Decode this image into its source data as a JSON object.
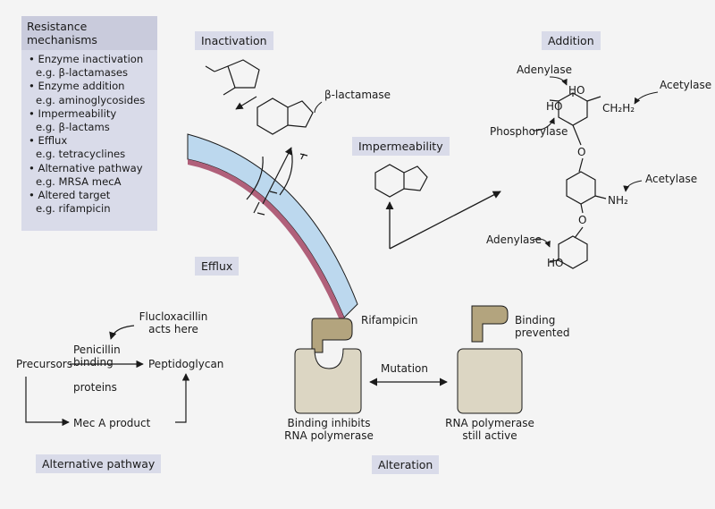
{
  "mechanisms": {
    "title": "Resistance mechanisms",
    "items": [
      {
        "name": "• Enzyme inactivation",
        "example": "e.g. β-lactamases"
      },
      {
        "name": "• Enzyme addition",
        "example": "e.g. aminoglycosides"
      },
      {
        "name": "• Impermeability",
        "example": "e.g. β-lactams"
      },
      {
        "name": "• Efflux",
        "example": "e.g. tetracyclines"
      },
      {
        "name": "• Alternative pathway",
        "example": "e.g. MRSA mecA"
      },
      {
        "name": "• Altered target",
        "example": "e.g. rifampicin"
      }
    ]
  },
  "sections": {
    "inactivation": "Inactivation",
    "addition": "Addition",
    "impermeability": "Impermeability",
    "efflux": "Efflux",
    "alternative": "Alternative pathway",
    "alteration": "Alteration"
  },
  "inactivation": {
    "enzyme": "β-lactamase"
  },
  "addition": {
    "adenylase_top": "Adenylase",
    "acetylase_top": "Acetylase",
    "phosphorylase": "Phosphorylase",
    "acetylase_mid": "Acetylase",
    "adenylase_bottom": "Adenylase",
    "ho_top": "HO",
    "ho_left": "HO",
    "ch2h2": "CH₂H₂",
    "o_top": "O",
    "nh2": "NH₂",
    "o_bottom": "O",
    "ho_bottom": "HO"
  },
  "pathway": {
    "drug": [
      "Flucloxacillin",
      "acts here"
    ],
    "precursors": "Precursors",
    "pbp": [
      "Penicillin",
      "binding",
      "proteins"
    ],
    "peptidoglycan": "Peptidoglycan",
    "meca": "Mec A product"
  },
  "alteration": {
    "rifampicin": "Rifampicin",
    "binding_prevented": [
      "Binding",
      "prevented"
    ],
    "mutation": "Mutation",
    "left_caption": [
      "Binding inhibits",
      "RNA polymerase"
    ],
    "right_caption": [
      "RNA polymerase",
      "still active"
    ]
  },
  "colors": {
    "background": "#f4f4f4",
    "panel": "#d9dbe9",
    "membrane": "#bcd8ee",
    "membrane_inner": "#b0607a",
    "drug": "#b3a47e",
    "polymerase": "#dcd6c3"
  }
}
